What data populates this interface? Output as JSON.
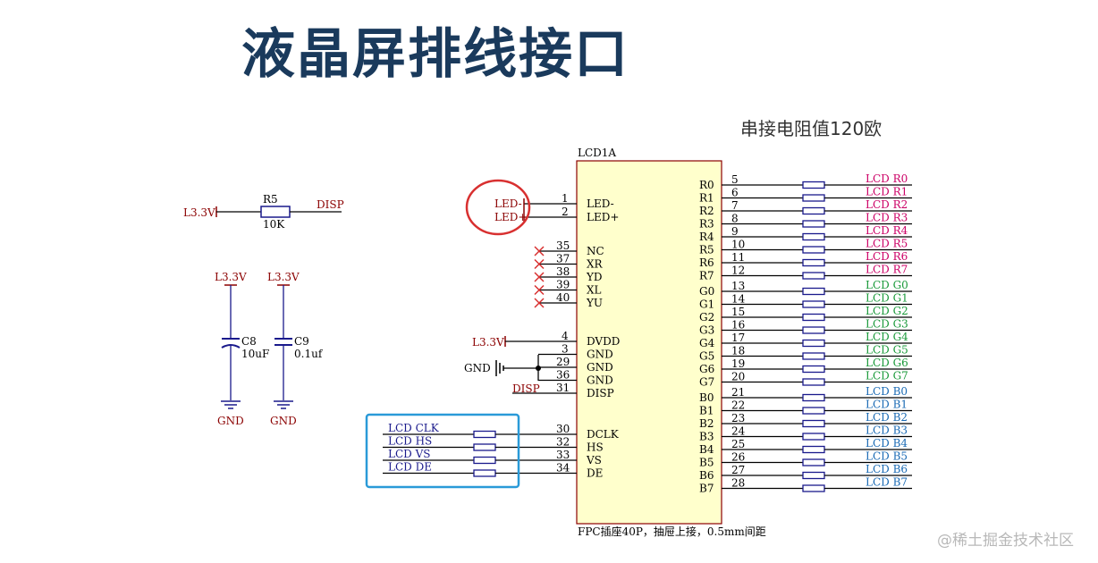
{
  "title": "液晶屏排线接口",
  "note": "串接电阻值120欧",
  "watermark": "@稀土掘金技术社区",
  "colors": {
    "wire": "#000000",
    "red": "#8b0000",
    "pink": "#cc0066",
    "green": "#1a9a3a",
    "blue": "#1a6ab4",
    "navy": "#1a1a8c",
    "chip": "#ffffcc",
    "chip_border": "#8b0000",
    "circle": "#d83030",
    "box": "#2a9ad8"
  },
  "chip": {
    "ref": "LCD1A",
    "caption": "FPC插座40P，抽屉上接，0.5mm间距"
  },
  "r5": {
    "left": "L3.3V",
    "ref": "R5",
    "value": "10K",
    "right": "DISP"
  },
  "c8": {
    "top": "L3.3V",
    "ref": "C8",
    "value": "10uF",
    "gnd": "GND"
  },
  "c9": {
    "top": "L3.3V",
    "ref": "C9",
    "value": "0.1uf",
    "gnd": "GND"
  },
  "led_pins": [
    {
      "num": "1",
      "name": "LED-",
      "net": "LED-"
    },
    {
      "num": "2",
      "name": "LED+",
      "net": "LED+"
    }
  ],
  "nc_pins": [
    {
      "num": "35",
      "name": "NC"
    },
    {
      "num": "37",
      "name": "XR"
    },
    {
      "num": "38",
      "name": "YD"
    },
    {
      "num": "39",
      "name": "XL"
    },
    {
      "num": "40",
      "name": "YU"
    }
  ],
  "power_pins": [
    {
      "num": "4",
      "name": "DVDD"
    },
    {
      "num": "3",
      "name": "GND"
    },
    {
      "num": "29",
      "name": "GND"
    },
    {
      "num": "36",
      "name": "GND"
    },
    {
      "num": "31",
      "name": "DISP"
    }
  ],
  "power_labels": {
    "vcc": "L3.3V",
    "gnd": "GND",
    "disp": "DISP"
  },
  "ctrl_pins": [
    {
      "num": "30",
      "name": "DCLK",
      "net": "LCD_CLK"
    },
    {
      "num": "32",
      "name": "HS",
      "net": "LCD_HS"
    },
    {
      "num": "33",
      "name": "VS",
      "net": "LCD_VS"
    },
    {
      "num": "34",
      "name": "DE",
      "net": "LCD_DE"
    }
  ],
  "rgb_pins": [
    {
      "name": "R0",
      "num": "5",
      "net": "LCD_R0",
      "group": "R"
    },
    {
      "name": "R1",
      "num": "6",
      "net": "LCD_R1",
      "group": "R"
    },
    {
      "name": "R2",
      "num": "7",
      "net": "LCD_R2",
      "group": "R"
    },
    {
      "name": "R3",
      "num": "8",
      "net": "LCD_R3",
      "group": "R"
    },
    {
      "name": "R4",
      "num": "9",
      "net": "LCD_R4",
      "group": "R"
    },
    {
      "name": "R5",
      "num": "10",
      "net": "LCD_R5",
      "group": "R"
    },
    {
      "name": "R6",
      "num": "11",
      "net": "LCD_R6",
      "group": "R"
    },
    {
      "name": "R7",
      "num": "12",
      "net": "LCD_R7",
      "group": "R"
    },
    {
      "name": "G0",
      "num": "13",
      "net": "LCD_G0",
      "group": "G"
    },
    {
      "name": "G1",
      "num": "14",
      "net": "LCD_G1",
      "group": "G"
    },
    {
      "name": "G2",
      "num": "15",
      "net": "LCD_G2",
      "group": "G"
    },
    {
      "name": "G3",
      "num": "16",
      "net": "LCD_G3",
      "group": "G"
    },
    {
      "name": "G4",
      "num": "17",
      "net": "LCD_G4",
      "group": "G"
    },
    {
      "name": "G5",
      "num": "18",
      "net": "LCD_G5",
      "group": "G"
    },
    {
      "name": "G6",
      "num": "19",
      "net": "LCD_G6",
      "group": "G"
    },
    {
      "name": "G7",
      "num": "20",
      "net": "LCD_G7",
      "group": "G"
    },
    {
      "name": "B0",
      "num": "21",
      "net": "LCD_B0",
      "group": "B"
    },
    {
      "name": "B1",
      "num": "22",
      "net": "LCD_B1",
      "group": "B"
    },
    {
      "name": "B2",
      "num": "23",
      "net": "LCD_B2",
      "group": "B"
    },
    {
      "name": "B3",
      "num": "24",
      "net": "LCD_B3",
      "group": "B"
    },
    {
      "name": "B4",
      "num": "25",
      "net": "LCD_B4",
      "group": "B"
    },
    {
      "name": "B5",
      "num": "26",
      "net": "LCD_B5",
      "group": "B"
    },
    {
      "name": "B6",
      "num": "27",
      "net": "LCD_B6",
      "group": "B"
    },
    {
      "name": "B7",
      "num": "28",
      "net": "LCD_B7",
      "group": "B"
    }
  ]
}
